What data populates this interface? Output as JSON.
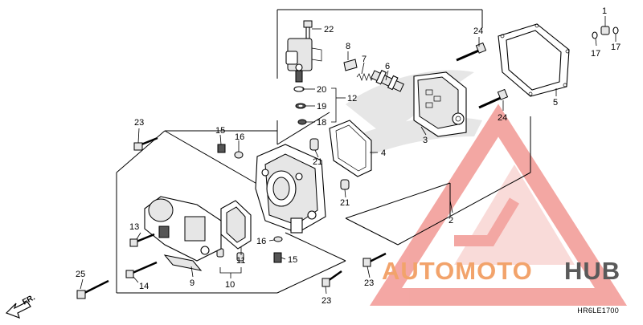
{
  "diagram": {
    "code": "HR6LE1700",
    "front_marker": "FR.",
    "watermark": {
      "left": "AUTOMOTO",
      "right": "HUB",
      "left_color": "#f2a36b",
      "right_color": "#5a5a5a",
      "triangle_color": "#f08a85"
    },
    "callouts": [
      "1",
      "2",
      "3",
      "4",
      "5",
      "6",
      "7",
      "8",
      "9",
      "10",
      "11",
      "12",
      "13",
      "14",
      "15",
      "15",
      "16",
      "16",
      "17",
      "17",
      "18",
      "19",
      "20",
      "21",
      "21",
      "22",
      "23",
      "23",
      "23",
      "24",
      "24",
      "25"
    ]
  }
}
